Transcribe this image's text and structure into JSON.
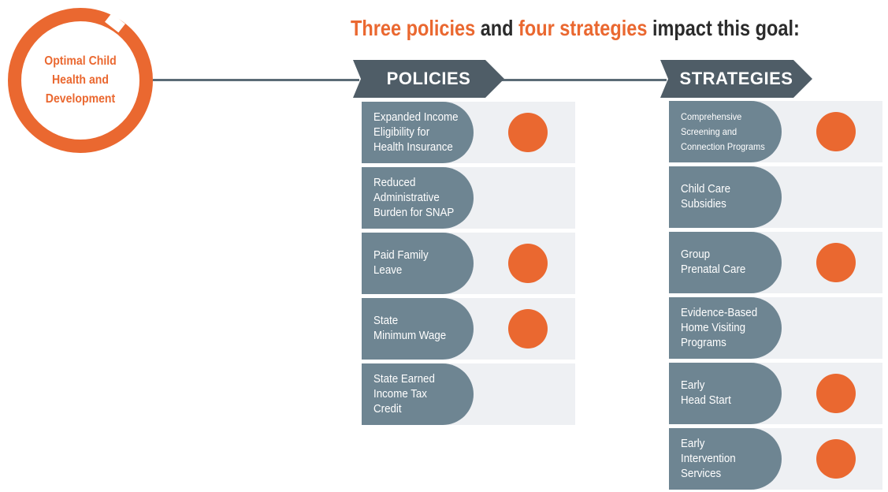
{
  "goal": {
    "label": "Optimal Child\nHealth and\nDevelopment"
  },
  "headline": {
    "count1": "Three policies",
    "mid": " and ",
    "count2": "four strategies",
    "tail": " impact this goal:"
  },
  "colors": {
    "accent": "#ea6830",
    "header": "#4f5d67",
    "label_bg": "#6e8592",
    "row_bg": "#eef0f3"
  },
  "policies": {
    "header": "POLICIES",
    "items": [
      {
        "label": "Expanded Income\nEligibility for\nHealth Insurance",
        "impacts": true
      },
      {
        "label": "Reduced\nAdministrative\nBurden for SNAP",
        "impacts": false
      },
      {
        "label": "Paid Family\nLeave",
        "impacts": true
      },
      {
        "label": "State\nMinimum Wage",
        "impacts": true
      },
      {
        "label": "State Earned\nIncome Tax\nCredit",
        "impacts": false
      }
    ]
  },
  "strategies": {
    "header": "STRATEGIES",
    "items": [
      {
        "label": "Comprehensive\nScreening and\nConnection Programs",
        "impacts": true
      },
      {
        "label": "Child Care\nSubsidies",
        "impacts": false
      },
      {
        "label": "Group\nPrenatal Care",
        "impacts": true
      },
      {
        "label": "Evidence-Based\nHome Visiting\nPrograms",
        "impacts": false
      },
      {
        "label": "Early\nHead Start",
        "impacts": true
      },
      {
        "label": "Early\nIntervention\nServices",
        "impacts": true
      }
    ]
  }
}
